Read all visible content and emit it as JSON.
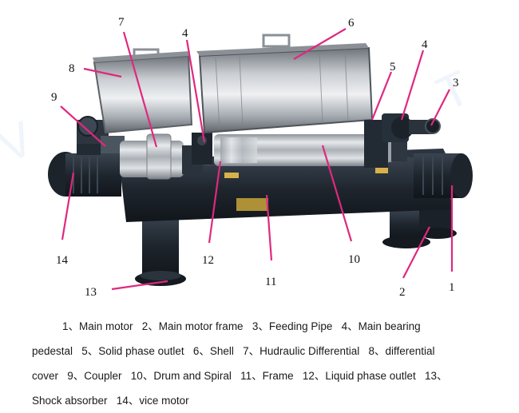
{
  "callouts": [
    {
      "id": "c7",
      "number": "7"
    },
    {
      "id": "c6",
      "number": "6"
    },
    {
      "id": "c4a",
      "number": "4"
    },
    {
      "id": "c4b",
      "number": "4"
    },
    {
      "id": "c8",
      "number": "8"
    },
    {
      "id": "c5",
      "number": "5"
    },
    {
      "id": "c3",
      "number": "3"
    },
    {
      "id": "c9",
      "number": "9"
    },
    {
      "id": "c14",
      "number": "14"
    },
    {
      "id": "c12",
      "number": "12"
    },
    {
      "id": "c10",
      "number": "10"
    },
    {
      "id": "c11",
      "number": "11"
    },
    {
      "id": "c13",
      "number": "13"
    },
    {
      "id": "c2",
      "number": "2"
    },
    {
      "id": "c1",
      "number": "1"
    }
  ],
  "legend": {
    "lines": [
      "1、Main motor   2、Main motor frame   3、Feeding Pipe   4、Main bearing",
      "pedestal   5、Solid phase outlet   6、Shell   7、Hudraulic Differential   8、differential",
      "cover   9、Coupler   10、Drum and Spiral   11、Frame   12、Liquid phase outlet   13、",
      "Shock absorber   14、vice motor"
    ]
  },
  "colors": {
    "leader": "#e0287f",
    "machine_body": "#1f2630",
    "stainless": "#c4c8cc",
    "background": "#ffffff"
  }
}
